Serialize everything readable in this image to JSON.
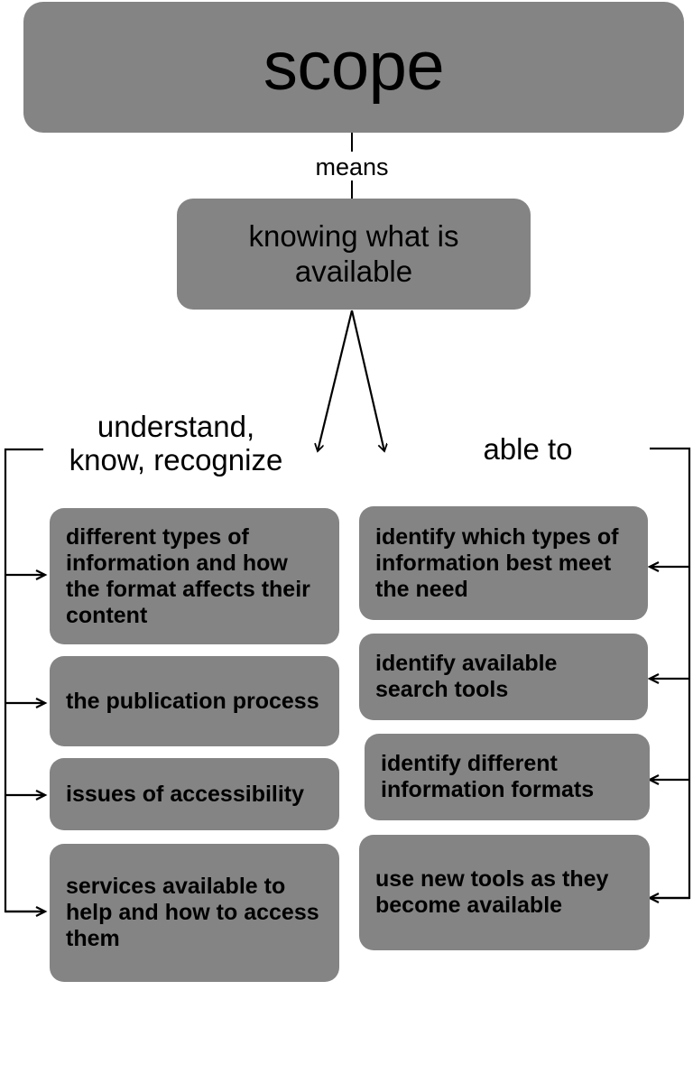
{
  "diagram": {
    "type": "concept-map",
    "root": {
      "label": "scope"
    },
    "relation_label": "means",
    "definition": {
      "label": "knowing what is available"
    },
    "branches": [
      {
        "id": "understand-know-recognize",
        "heading": "understand,\nknow, recognize",
        "side": "left",
        "items": [
          {
            "label": "different types of information and how the format affects their content"
          },
          {
            "label": "the publication process"
          },
          {
            "label": "issues of accessibility"
          },
          {
            "label": "services available to help and how to access them"
          }
        ]
      },
      {
        "id": "able-to",
        "heading": "able to",
        "side": "right",
        "items": [
          {
            "label": "identify which types of information best meet the need"
          },
          {
            "label": "identify available search tools"
          },
          {
            "label": "identify different information formats"
          },
          {
            "label": "use new tools as they become available"
          }
        ]
      }
    ],
    "colors": {
      "node_fill": "#848484",
      "text": "#000000",
      "connector": "#000000",
      "background": "#ffffff"
    }
  }
}
